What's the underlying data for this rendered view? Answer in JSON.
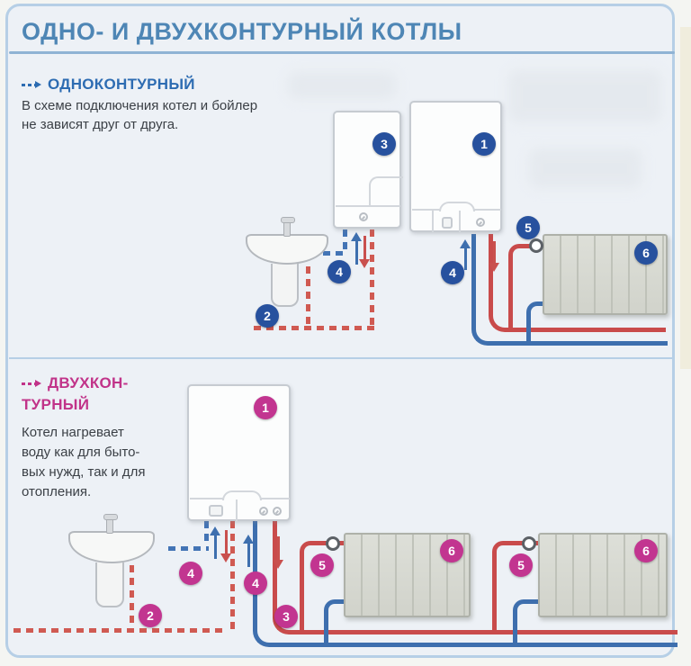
{
  "title": "ОДНО- И ДВУХКОНТУРНЫЙ КОТЛЫ",
  "single_circuit": {
    "heading": "ОДНОКОНТУРНЫЙ",
    "description_lines": [
      "В схеме подключения котел и бойлер",
      "не зависят друг от друга."
    ],
    "badges": {
      "boiler": "1",
      "sink_supply": "2",
      "storage_heater": "3",
      "dhw_pipes": "4",
      "heating_pipes": "4",
      "valve": "5",
      "radiator": "6"
    }
  },
  "dual_circuit": {
    "heading_line1": "ДВУХКОН-",
    "heading_line2": "ТУРНЫЙ",
    "description_lines": [
      "Котел нагревает",
      "воду как для быто-",
      "вых нужд, так и для",
      "отопления."
    ],
    "badges": {
      "boiler": "1",
      "sink_supply": "2",
      "heating_outlet": "3",
      "dhw_pipes": "4",
      "heating_pipes": "4",
      "valve_a": "5",
      "radiator_a": "6",
      "valve_b": "5",
      "radiator_b": "6"
    }
  },
  "colors": {
    "title_blue": "#4e86b5",
    "heading_blue": "#2d6cb2",
    "heading_magenta": "#c13389",
    "badge_blue": "#27519e",
    "badge_magenta": "#c23590",
    "pipe_red": "#c94b4b",
    "pipe_blue": "#3e6fae"
  }
}
